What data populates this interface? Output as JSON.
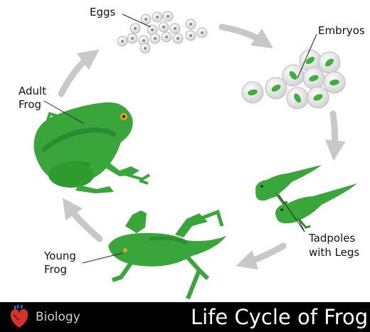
{
  "labels": {
    "eggs": "Eggs",
    "embryos": "Embryos",
    "adult_frog": [
      "Adult",
      "Frog"
    ],
    "tadpoles": [
      "Tadpoles",
      "with Legs"
    ],
    "young_frog": [
      "Young",
      "Frog"
    ]
  },
  "footer": {
    "brand": "Biology",
    "title": "Life Cycle of Frog"
  },
  "colors": {
    "frog_green": "#3aa53a",
    "frog_dark": "#1f7a28",
    "arrow_gray": "#c8c8c8",
    "egg_fill": "#e6e6e6",
    "footer_bg": "#000000"
  }
}
